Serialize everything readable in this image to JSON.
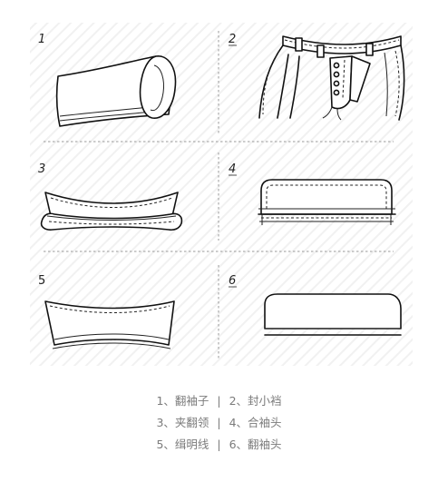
{
  "panels": [
    {
      "number": "1",
      "caption": "1、翻袖子"
    },
    {
      "number": "2",
      "caption": "2、封小裆"
    },
    {
      "number": "3",
      "caption": "3、夹翻领"
    },
    {
      "number": "4",
      "caption": "4、合袖头"
    },
    {
      "number": "5",
      "caption": "5、缉明线"
    },
    {
      "number": "6",
      "caption": "6、翻袖头"
    }
  ],
  "separator": "|",
  "colors": {
    "caption_text": "#7b7b7b",
    "hatch": "#f1f1f1",
    "line": "#111111"
  }
}
